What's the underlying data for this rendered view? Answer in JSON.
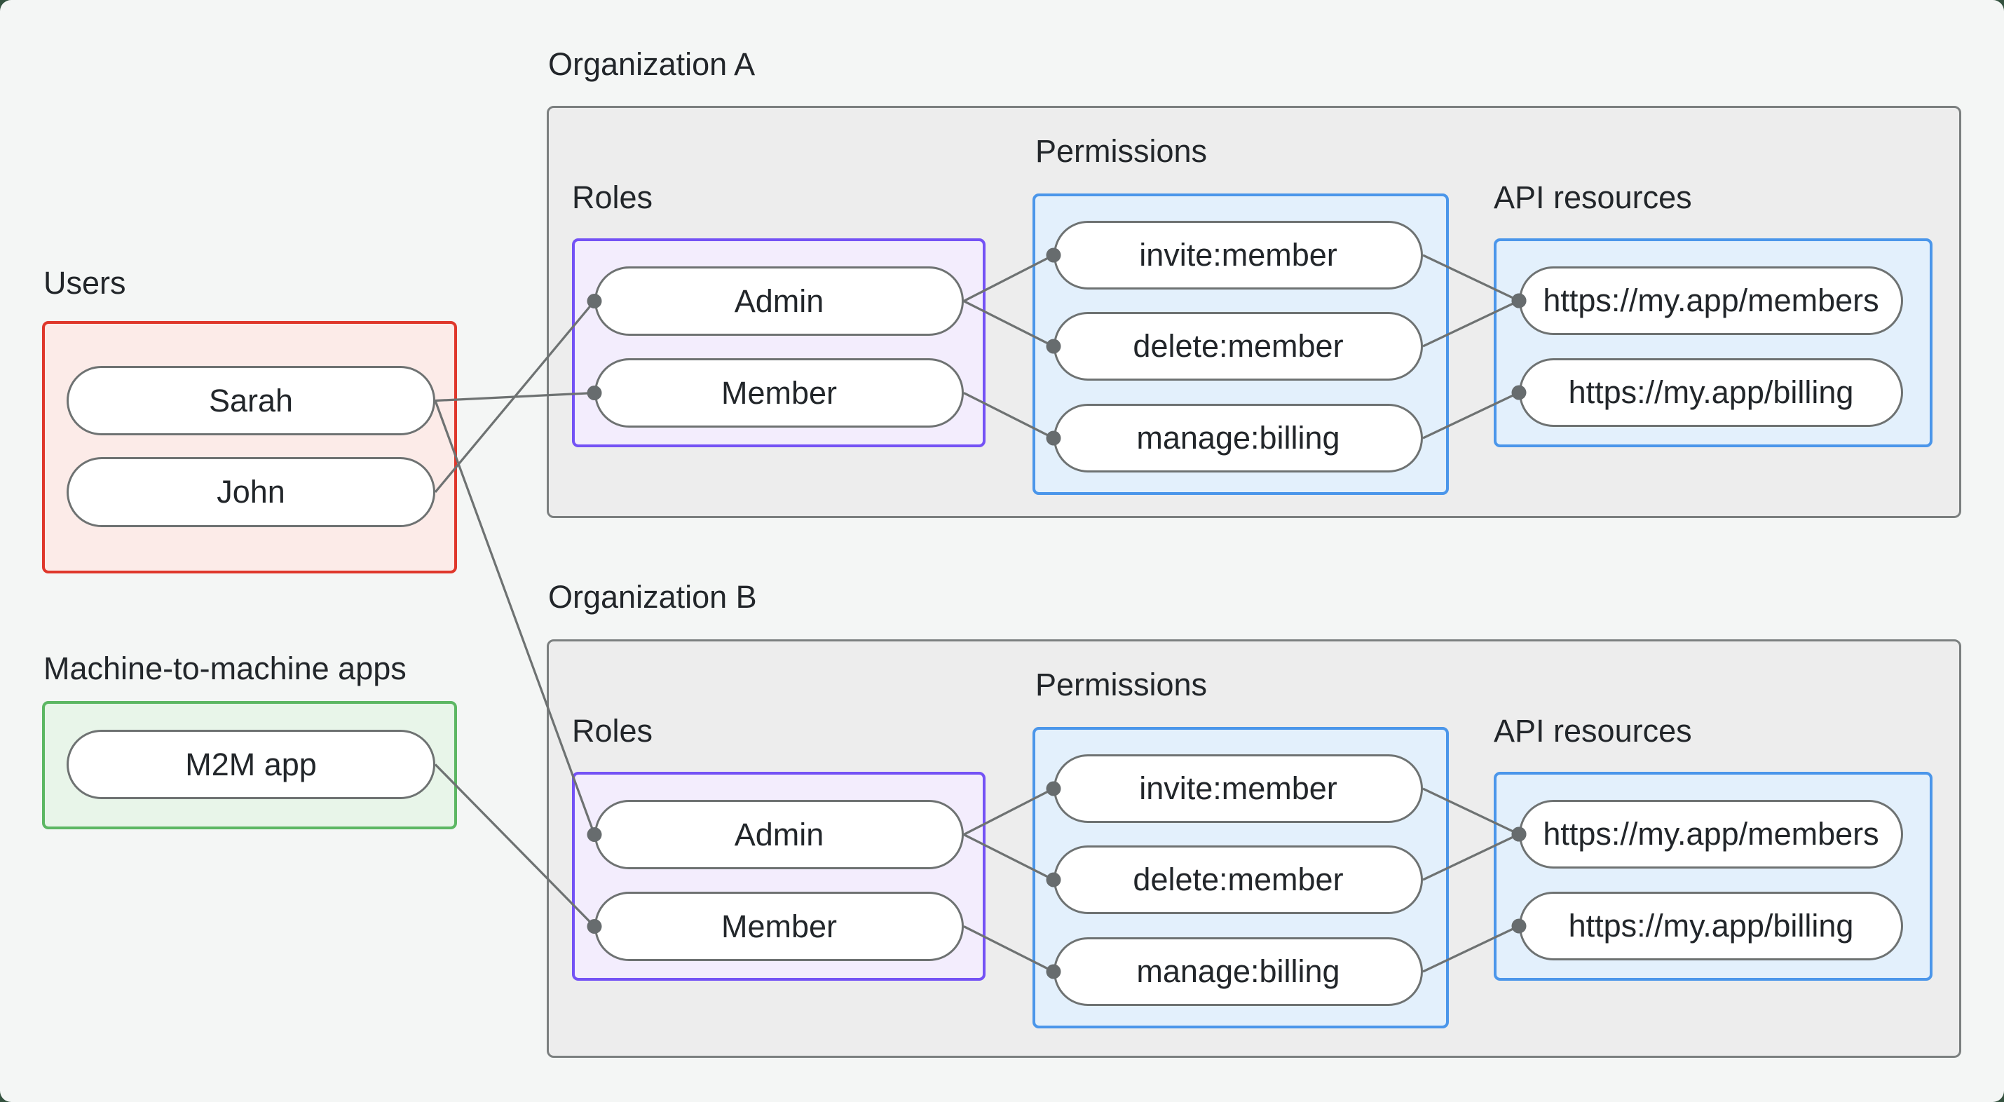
{
  "users_group": {
    "label": "Users",
    "users": [
      {
        "id": "user-sarah",
        "label": "Sarah"
      },
      {
        "id": "user-john",
        "label": "John"
      }
    ]
  },
  "m2m_group": {
    "label": "Machine-to-machine apps",
    "apps": [
      {
        "id": "m2m-app",
        "label": "M2M app"
      }
    ]
  },
  "organizations": [
    {
      "id": "org-a",
      "label": "Organization A",
      "roles_label": "Roles",
      "roles": [
        {
          "id": "org-a-role-admin",
          "label": "Admin"
        },
        {
          "id": "org-a-role-member",
          "label": "Member"
        }
      ],
      "permissions_label": "Permissions",
      "permissions": [
        {
          "id": "org-a-perm-invite",
          "label": "invite:member"
        },
        {
          "id": "org-a-perm-delete",
          "label": "delete:member"
        },
        {
          "id": "org-a-perm-manage",
          "label": "manage:billing"
        }
      ],
      "api_label": "API resources",
      "api_resources": [
        {
          "id": "org-a-api-members",
          "label": "https://my.app/members"
        },
        {
          "id": "org-a-api-billing",
          "label": "https://my.app/billing"
        }
      ]
    },
    {
      "id": "org-b",
      "label": "Organization B",
      "roles_label": "Roles",
      "roles": [
        {
          "id": "org-b-role-admin",
          "label": "Admin"
        },
        {
          "id": "org-b-role-member",
          "label": "Member"
        }
      ],
      "permissions_label": "Permissions",
      "permissions": [
        {
          "id": "org-b-perm-invite",
          "label": "invite:member"
        },
        {
          "id": "org-b-perm-delete",
          "label": "delete:member"
        },
        {
          "id": "org-b-perm-manage",
          "label": "manage:billing"
        }
      ],
      "api_label": "API resources",
      "api_resources": [
        {
          "id": "org-b-api-members",
          "label": "https://my.app/members"
        },
        {
          "id": "org-b-api-billing",
          "label": "https://my.app/billing"
        }
      ]
    }
  ],
  "connections": [
    {
      "from": "user-sarah",
      "to": "org-a-role-member"
    },
    {
      "from": "user-john",
      "to": "org-a-role-admin"
    },
    {
      "from": "user-sarah",
      "to": "org-b-role-admin"
    },
    {
      "from": "m2m-app",
      "to": "org-b-role-member"
    },
    {
      "from": "org-a-role-admin",
      "to": "org-a-perm-invite"
    },
    {
      "from": "org-a-role-admin",
      "to": "org-a-perm-delete"
    },
    {
      "from": "org-a-role-member",
      "to": "org-a-perm-manage"
    },
    {
      "from": "org-a-perm-invite",
      "to": "org-a-api-members"
    },
    {
      "from": "org-a-perm-delete",
      "to": "org-a-api-members"
    },
    {
      "from": "org-a-perm-manage",
      "to": "org-a-api-billing"
    },
    {
      "from": "org-b-role-admin",
      "to": "org-b-perm-invite"
    },
    {
      "from": "org-b-role-admin",
      "to": "org-b-perm-delete"
    },
    {
      "from": "org-b-role-member",
      "to": "org-b-perm-manage"
    },
    {
      "from": "org-b-perm-invite",
      "to": "org-b-api-members"
    },
    {
      "from": "org-b-perm-delete",
      "to": "org-b-api-members"
    },
    {
      "from": "org-b-perm-manage",
      "to": "org-b-api-billing"
    }
  ],
  "colors": {
    "page_background": "#f4f6f5",
    "corner_backdrop": "#34523f",
    "users_border": "#df372b",
    "users_fill": "#fcebe8",
    "m2m_border": "#5cb763",
    "m2m_fill": "#e8f5e9",
    "org_border": "#7b7f7f",
    "org_fill": "#ededed",
    "roles_border": "#7452f5",
    "roles_fill": "#f3edfd",
    "blue_border": "#4b96ea",
    "blue_fill": "#e3f0fc",
    "pill_border": "#6e7272",
    "connector": "#6e7272",
    "connector_dot": "#676c6e",
    "text": "#22262a"
  }
}
